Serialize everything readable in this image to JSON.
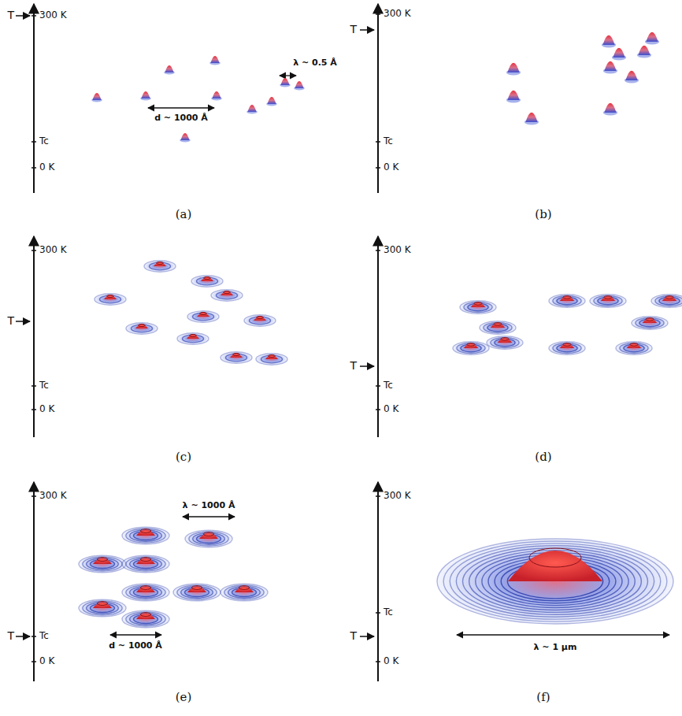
{
  "diagram": {
    "labels": [
      "T",
      "300 K",
      "λ ~ 0.5 Å",
      "d ~ 1000 Å",
      "Tc",
      "0 K",
      "(a)",
      "300 K",
      "T",
      "Tc",
      "0 K",
      "(b)",
      "300 K",
      "T",
      "Tc",
      "0 K",
      "(c)",
      "300 K",
      "T",
      "Tc",
      "0 K",
      "(d)",
      "300 K",
      "λ ~ 1000 Å",
      "T",
      "Tc",
      "d ~ 1000 Å",
      "0 K",
      "(e)",
      "300 K",
      "Tc",
      "λ ~ 1 μm",
      "T",
      "0 K",
      "(f)"
    ]
  }
}
